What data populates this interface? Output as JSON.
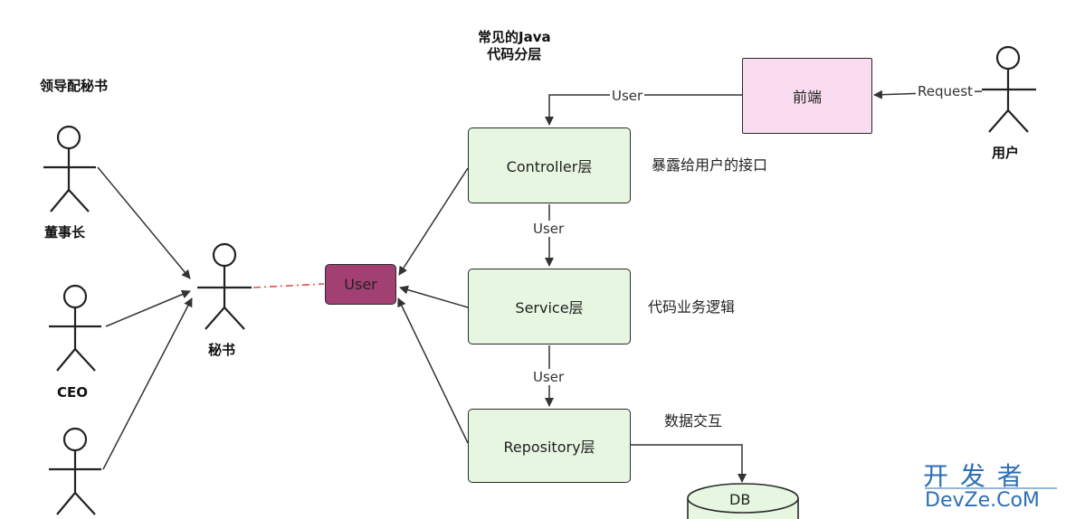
{
  "title": "常见的Java 代码分层",
  "title_lines": [
    "常见的Java",
    "代码分层"
  ],
  "left_title": "领导配秘书",
  "actors": {
    "chairman": "董事长",
    "ceo": "CEO",
    "secretary": "秘书",
    "user_person": "用户"
  },
  "boxes": {
    "frontend": "前端",
    "controller": "Controller层",
    "service": "Service层",
    "repository": "Repository层",
    "user_entity": "User",
    "db": "DB"
  },
  "notes": {
    "controller": "暴露给用户的接口",
    "service": "代码业务逻辑",
    "repository": "数据交互"
  },
  "edges": {
    "request": "Request",
    "frontend_to_controller": "User",
    "controller_to_service": "User",
    "service_to_repository": "User"
  },
  "watermark": {
    "top": "开 发 者",
    "bottom": "DevZe.CoM"
  },
  "colors": {
    "layer_fill": "#e6f6e0",
    "frontend_fill": "#f9dcef",
    "user_fill": "#a23f73",
    "dashed_link": "#e05050",
    "watermark": "#2d6fb5"
  }
}
